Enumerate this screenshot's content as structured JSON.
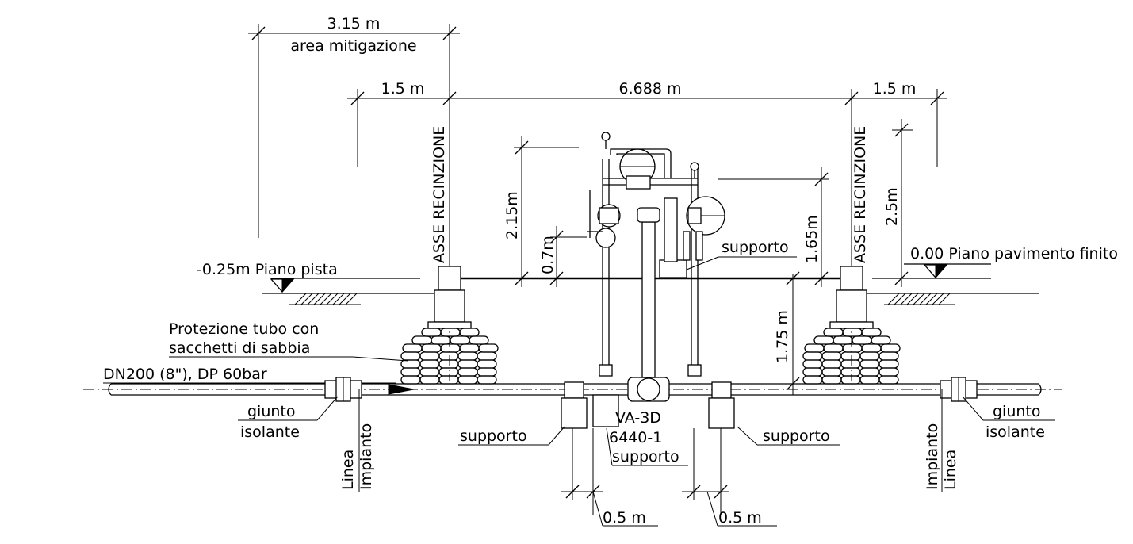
{
  "dimensions": {
    "mitigation_width": "3.15 m",
    "left_strip": "1.5 m",
    "span": "6.688 m",
    "right_strip": "1.5 m",
    "valve_height": "2.15m",
    "small_height": "0.7m",
    "support_height": "1.65m",
    "fence_height": "2.5m",
    "depth": "1.75 m",
    "left_support_offset": "0.5 m",
    "right_support_offset": "0.5 m"
  },
  "labels": {
    "mitigation_area": "area mitigazione",
    "fence_axis_left": "ASSE RECINZIONE",
    "fence_axis_right": "ASSE RECINZIONE",
    "track_level": "-0.25m Piano pista",
    "floor_level": "0.00 Piano pavimento finito",
    "protection_line1": "Protezione tubo con",
    "protection_line2": "sacchetti di sabbia",
    "pipe_spec": "DN200 (8\"), DP 60bar",
    "joint_left_1": "giunto",
    "joint_left_2": "isolante",
    "joint_right_1": "giunto",
    "joint_right_2": "isolante",
    "line_left": "Linea",
    "plant_left": "Impianto",
    "plant_right": "Impianto",
    "line_right": "Linea",
    "support_upper": "supporto",
    "support_left": "supporto",
    "support_right": "supporto",
    "support_center": "supporto",
    "valve_id_1": "VA-3D",
    "valve_id_2": "6440-1"
  }
}
